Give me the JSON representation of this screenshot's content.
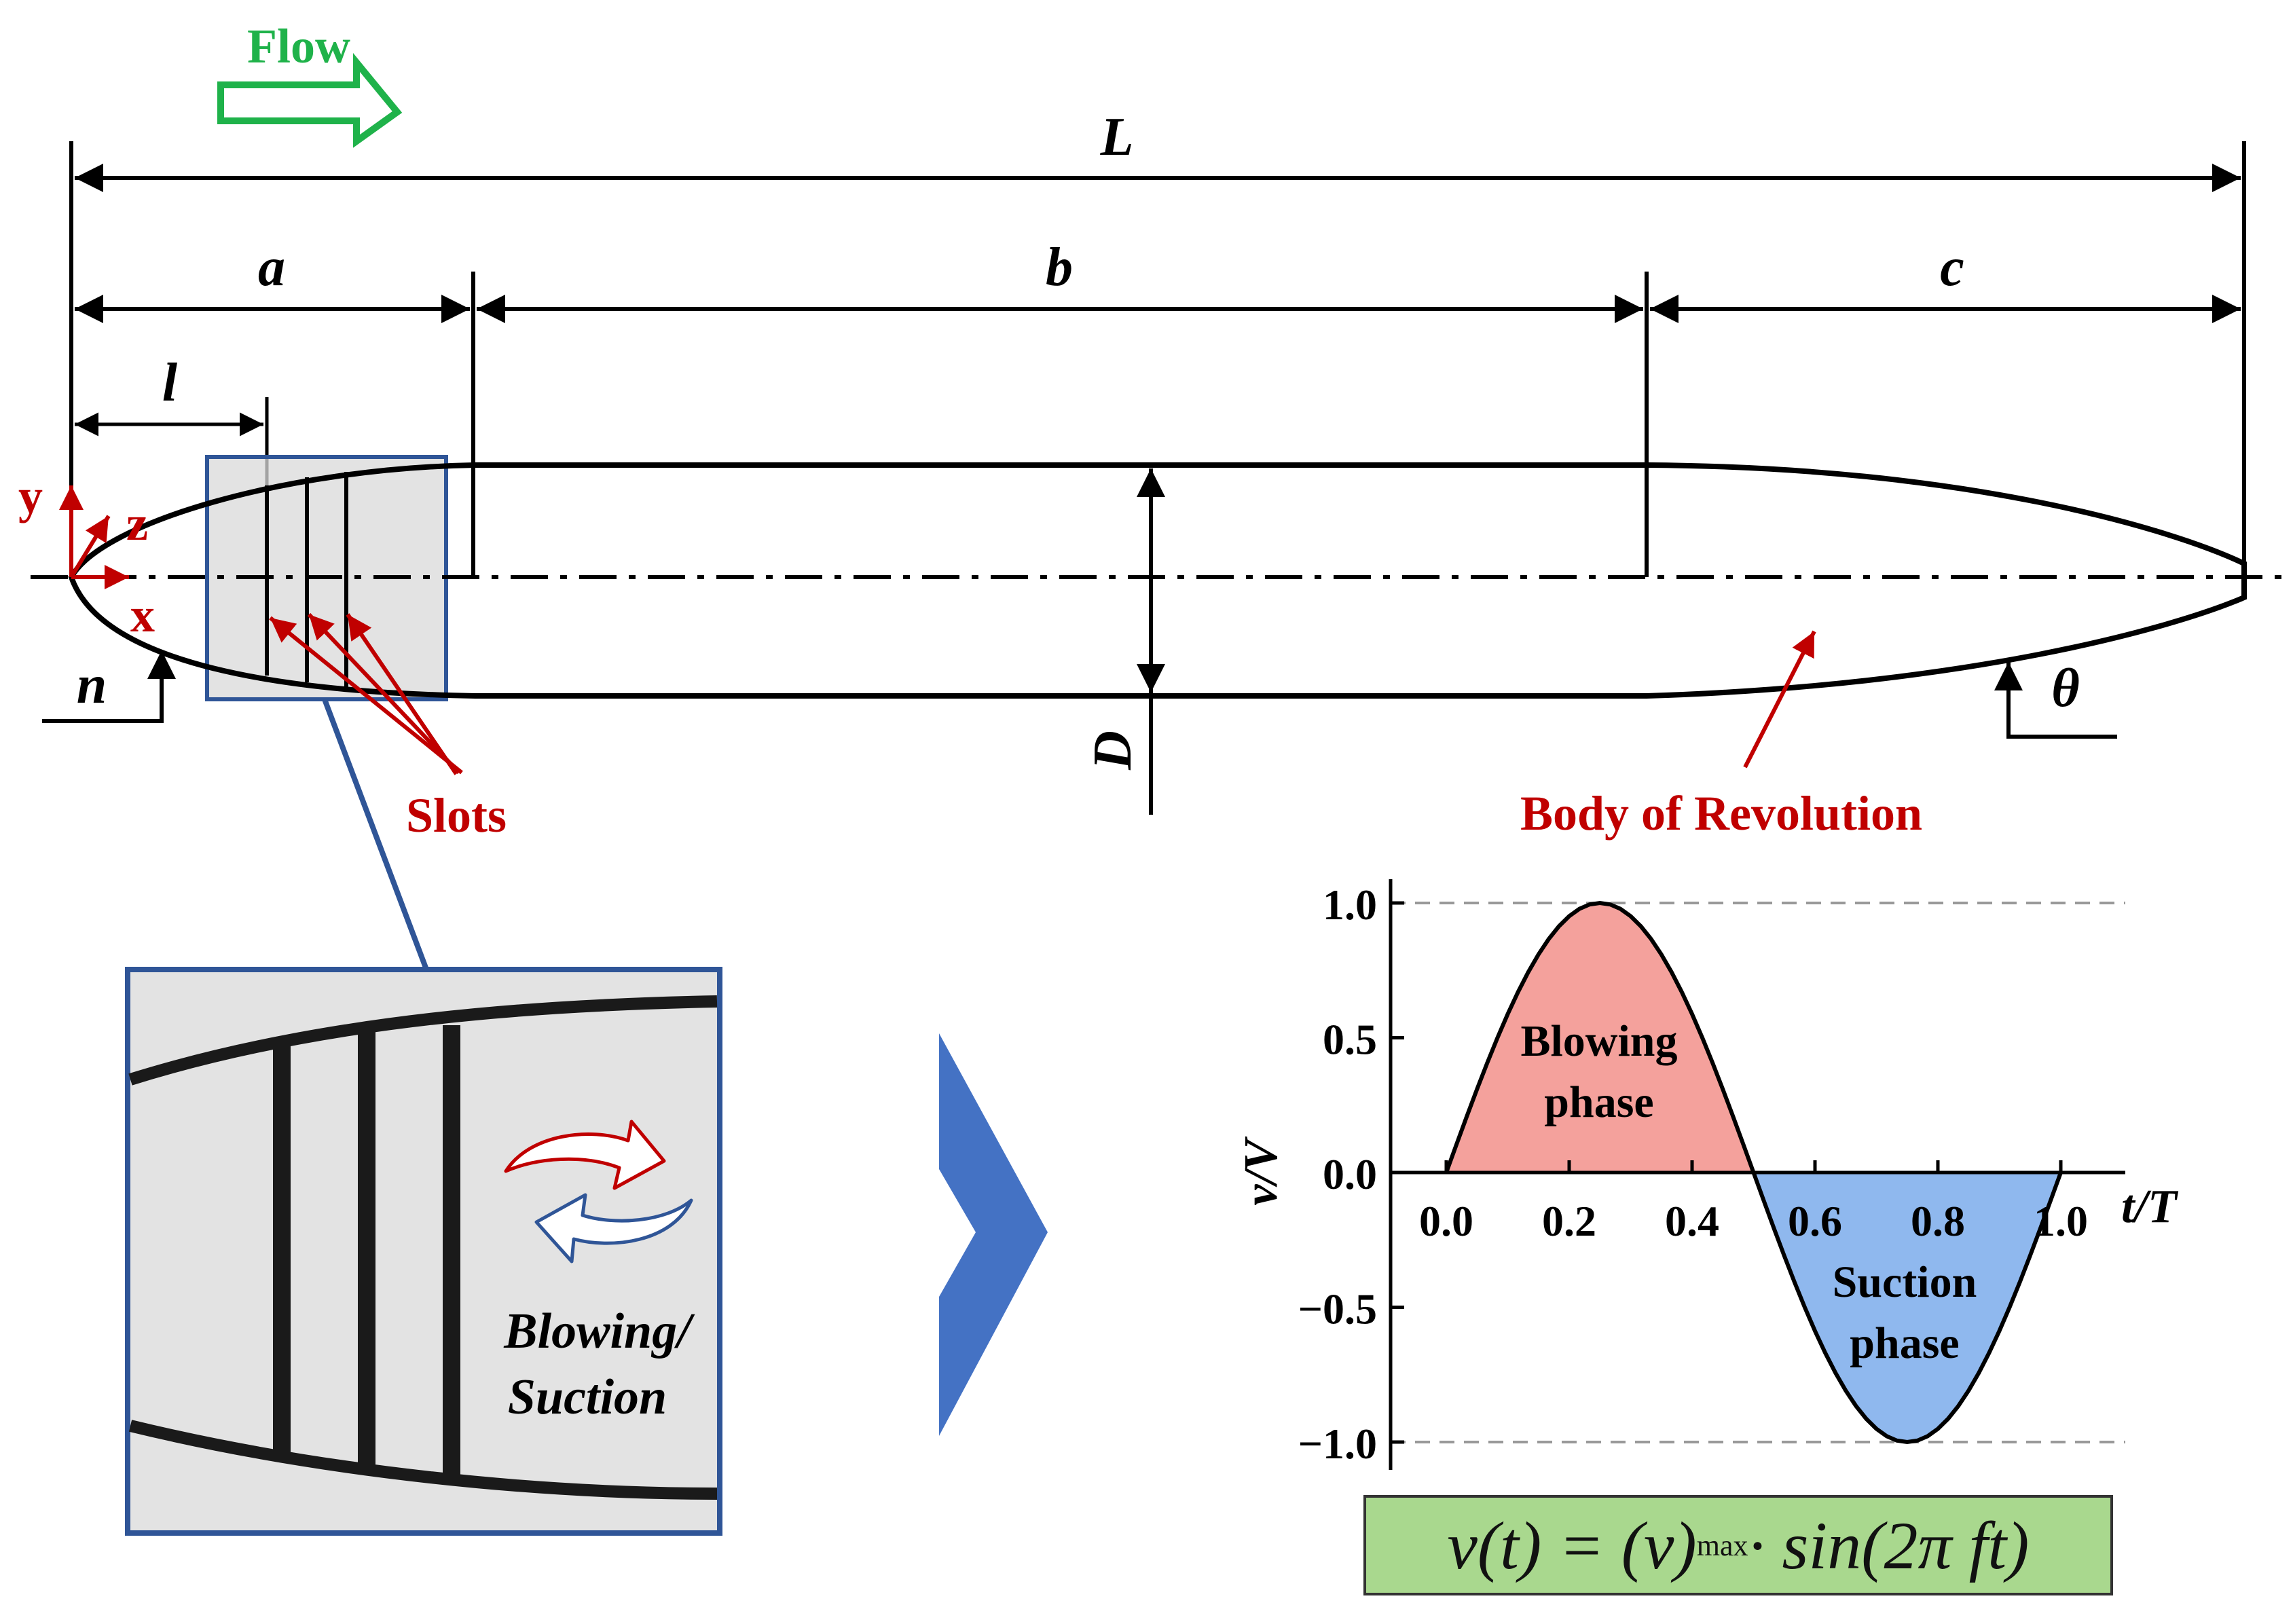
{
  "flow_label": "Flow",
  "dimensions": {
    "L": "L",
    "a": "a",
    "b": "b",
    "c": "c",
    "l": "l",
    "D": "D",
    "n": "n",
    "theta": "θ"
  },
  "axes_triad": {
    "y": "y",
    "z": "z",
    "x": "x"
  },
  "annotations": {
    "slots": "Slots",
    "body_of_revolution": "Body of Revolution",
    "blowing_suction_line1": "Blowing/",
    "blowing_suction_line2": "Suction"
  },
  "colors": {
    "flow_arrow": "#1fb24a",
    "red_annotation": "#c00000",
    "blue_frame": "#2f5597",
    "chevron": "#4472c4",
    "blowing_fill": "#f4a19c",
    "suction_fill": "#8fb8ee",
    "equation_bg": "#a9d88e"
  },
  "chart_data": {
    "type": "line",
    "function": "sin(2*pi*t/T)",
    "x": [
      0.0,
      0.125,
      0.25,
      0.375,
      0.5,
      0.625,
      0.75,
      0.875,
      1.0
    ],
    "y": [
      0.0,
      0.707,
      1.0,
      0.707,
      0.0,
      -0.707,
      -1.0,
      -0.707,
      0.0
    ],
    "xlabel": "t/T",
    "ylabel": "v/V",
    "xticks": [
      "0.0",
      "0.2",
      "0.4",
      "0.6",
      "0.8",
      "1.0"
    ],
    "yticks": [
      "1.0",
      "0.5",
      "0.0",
      "−0.5",
      "−1.0"
    ],
    "xlim": [
      -0.1,
      1.1
    ],
    "ylim": [
      -1.0,
      1.0
    ],
    "reference_lines": [
      1.0,
      -1.0
    ],
    "regions": [
      {
        "line1": "Blowing",
        "line2": "phase",
        "x_range": [
          0.0,
          0.5
        ]
      },
      {
        "line1": "Suction",
        "line2": "phase",
        "x_range": [
          0.5,
          1.0
        ]
      }
    ]
  },
  "equation": {
    "lhs": "v(t) = (v)",
    "subscript": "max",
    "rhs": " · sin(2π ft)"
  }
}
